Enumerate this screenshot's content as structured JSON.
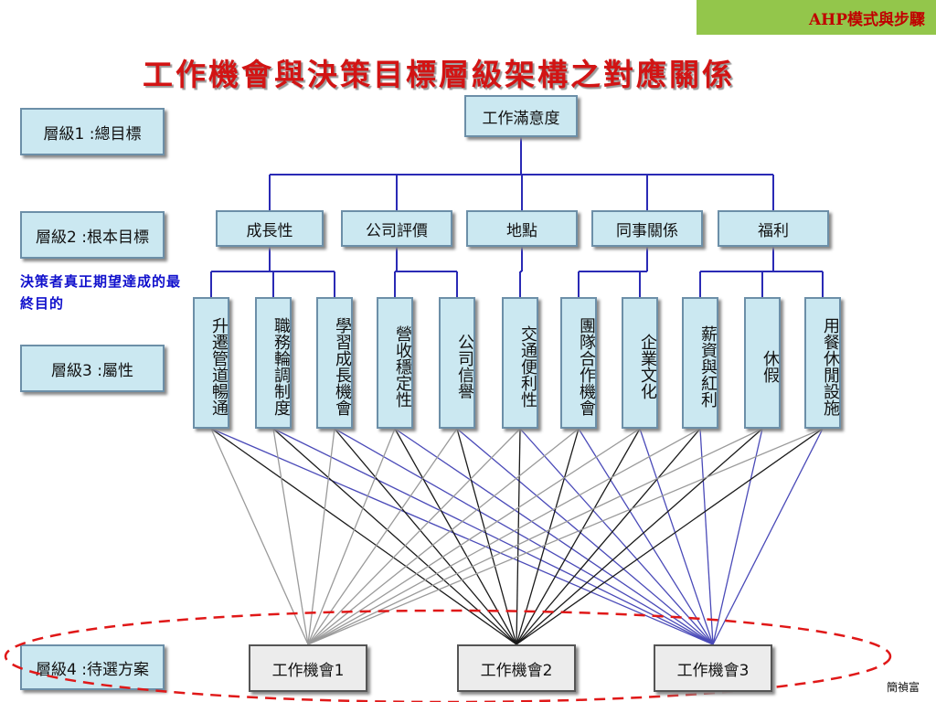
{
  "tag": "AHP模式與步驟",
  "title": "工作機會與決策目標層級架構之對應關係",
  "levels": {
    "l1": "層級1 :總目標",
    "l2": "層級2 :根本目標",
    "l3": "層級3 :屬性",
    "l4": "層級4 :待選方案"
  },
  "note": "決策者真正期望達成的最終目的",
  "goal": "工作滿意度",
  "objectives": [
    "成長性",
    "公司評價",
    "地點",
    "同事關係",
    "福利"
  ],
  "attributes": [
    "升遷管道暢通",
    "職務輪調制度",
    "學習成長機會",
    "營收穩定性",
    "公司信譽",
    "交通便利性",
    "團隊合作機會",
    "企業文化",
    "薪資與紅利",
    "休假",
    "用餐休閒設施"
  ],
  "alternatives": [
    "工作機會1",
    "工作機會2",
    "工作機會3"
  ],
  "author": "簡禎富",
  "colors": {
    "title": "#d21414",
    "box": "#cbe8f1",
    "tree_line": "#2a2ab5",
    "ellipse": "#e01818"
  }
}
